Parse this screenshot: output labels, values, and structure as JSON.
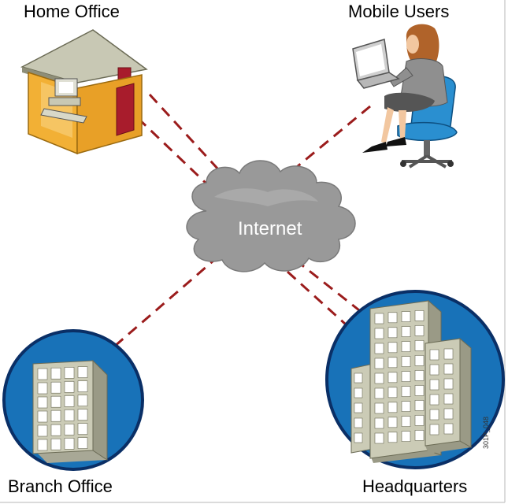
{
  "nodes": {
    "home_office": {
      "label": "Home Office"
    },
    "mobile_users": {
      "label": "Mobile Users"
    },
    "internet": {
      "label": "Internet"
    },
    "branch_office": {
      "label": "Branch Office"
    },
    "headquarters": {
      "label": "Headquarters"
    }
  },
  "figure_code": "301P_048",
  "colors": {
    "link": "#9b1c1c",
    "circle_fill": "#1872b8",
    "circle_stroke": "#0a2f66",
    "cloud": "#9a9a9a",
    "building": "#c8c8b4",
    "window": "#ffffff"
  }
}
